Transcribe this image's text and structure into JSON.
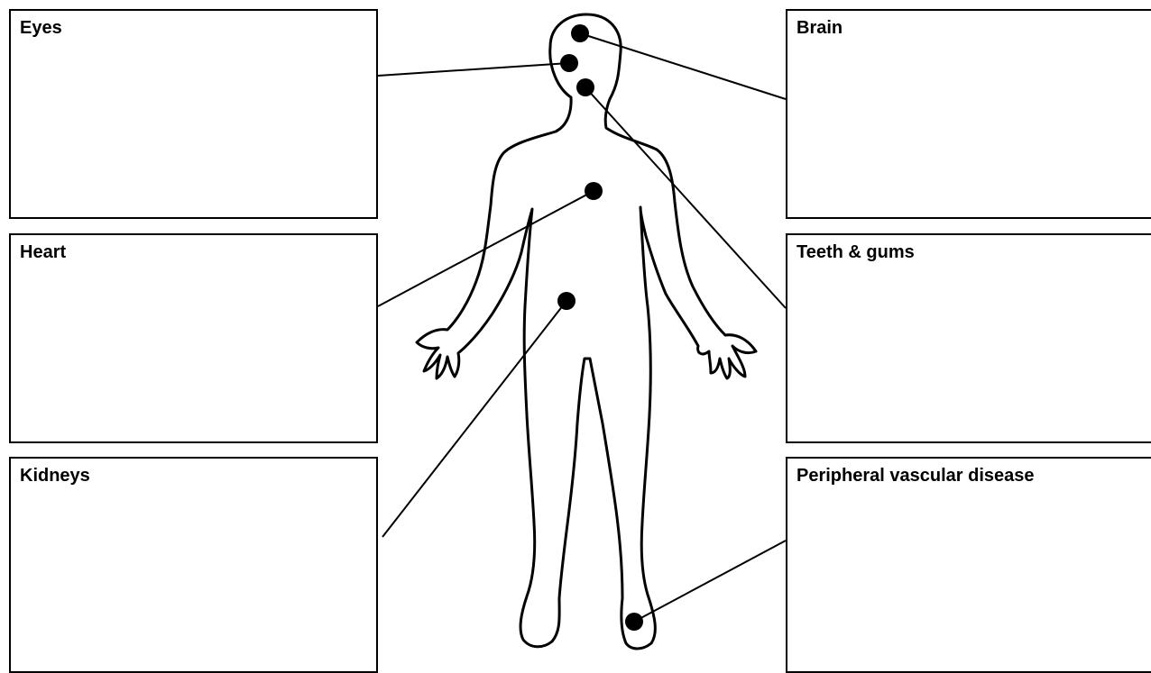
{
  "labels": {
    "eyes": "Eyes",
    "heart": "Heart",
    "kidneys": "Kidneys",
    "brain": "Brain",
    "teeth_gums": "Teeth & gums",
    "peripheral_vascular_disease": "Peripheral vascular disease"
  },
  "colors": {
    "line": "#000000",
    "background": "#ffffff"
  }
}
